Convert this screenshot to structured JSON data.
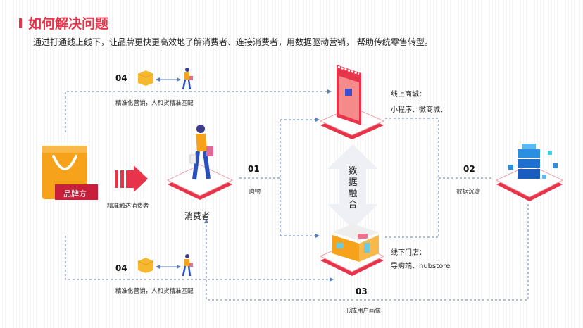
{
  "header": {
    "title": "如何解决问题",
    "subtitle": "通过打通线上线下，让品牌更快更高效地了解消费者、连接消费者，用数据驱动营销， 帮助传统零售转型。"
  },
  "brand": {
    "label": "品牌方",
    "reach_label": "精准触达消费者"
  },
  "consumer": {
    "label": "消费者"
  },
  "step01": {
    "num": "01",
    "label": "购物"
  },
  "step02": {
    "num": "02",
    "label": "数据沉淀"
  },
  "step03": {
    "num": "03",
    "label": "形成用户画像"
  },
  "step04_top": {
    "num": "04",
    "label": "精准化营销，人和货精准匹配"
  },
  "step04_bottom": {
    "num": "04",
    "label": "精准化营销，人和货精准匹配"
  },
  "online": {
    "title": "线上商城：",
    "desc": "小程序、微商城、"
  },
  "offline": {
    "title": "线下门店：",
    "desc": "导购端、hubstore"
  },
  "fusion": {
    "chars": [
      "数",
      "据",
      "融",
      "合"
    ]
  },
  "colors": {
    "accent": "#e8344a",
    "line": "#5b7fb5",
    "orange": "#f7a21b"
  }
}
